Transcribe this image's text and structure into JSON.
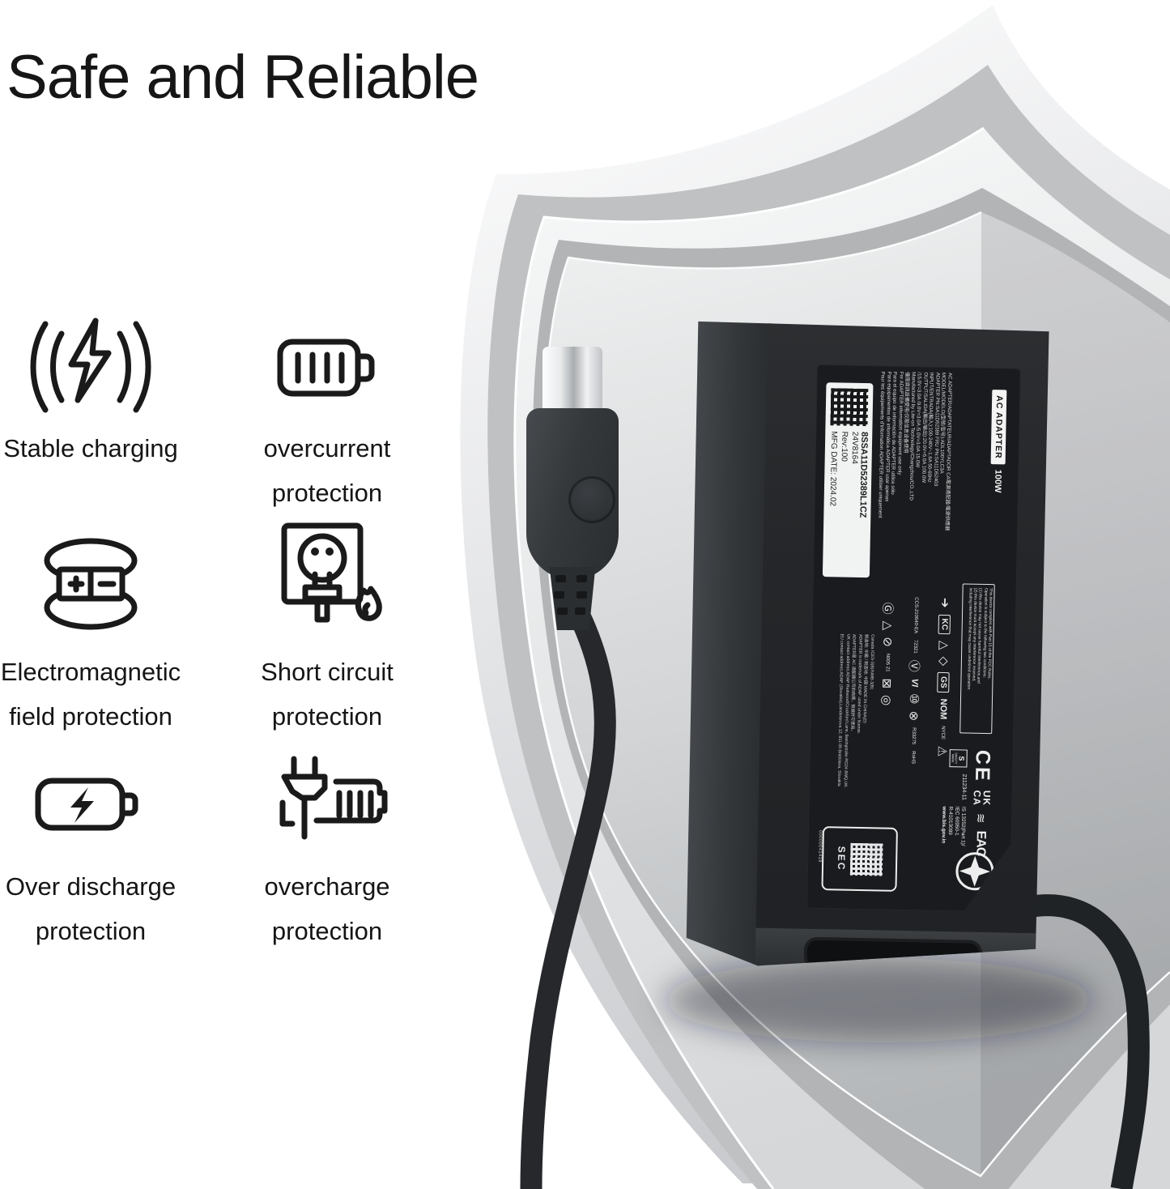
{
  "title": "Safe and Reliable",
  "features": [
    {
      "icon": "wireless-charging-icon",
      "lines": [
        "Stable charging",
        ""
      ]
    },
    {
      "icon": "battery-level-icon",
      "lines": [
        "overcurrent",
        "protection"
      ]
    },
    {
      "icon": "electromagnetic-field-icon",
      "lines": [
        "Electromagnetic",
        "field protection"
      ]
    },
    {
      "icon": "short-circuit-icon",
      "lines": [
        "Short circuit",
        "protection"
      ]
    },
    {
      "icon": "battery-discharge-icon",
      "lines": [
        "Over discharge",
        "protection"
      ]
    },
    {
      "icon": "overcharge-icon",
      "lines": [
        "overcharge",
        "protection"
      ]
    }
  ],
  "adapter": {
    "badge_title": "AC ADAPTER",
    "badge_watt": "100W",
    "label_lines": [
      "AC ADAPTER/ADAPTATEUR/ADAPTADOR CA電源適配器/電源供應器",
      "MODEL/MODELO(型號/型号):ADL100YLC3A",
      "ADAPTER PN:SA11D52389    FRU PN:SA11D52403",
      "INPUT/ENTRADA(輸入):100-240V~1.6A 50-60Hz",
      "OUTPUT/SALIDA(輸出/输出):20.0V=5.0A  100.0W",
      "/15.0V=3.0A /9.0V=3.0A /5.0V=3.0A  15.0W",
      "Manufactured by Lite-on Technology/Changzhou/CO.,LTD",
      "僅限資訊設備使用/仅限信息设备使用",
      "For ADAPTER information equipment use only",
      "Para el equipo de información de ADAPTER  utilice sólo",
      "Para equipamentos de informática ADAPTER  usar apenas",
      "Pour les équipements d'information ADAPTER utiliser uniquement"
    ],
    "fcc_lines": [
      "This device complies with Part 15 of the FCC Rules.",
      "Operation is subject to the following two conditions:",
      "(1) this device may not cause harmful interference,and",
      "(2) this device must accept any interference received,",
      "including interference that may cause undesired operation."
    ],
    "sticker": {
      "serial": "8SSA11D52389L1CZ",
      "part": "24V8164",
      "rev": "Rev:100",
      "mfg": "MFG DATE: 2024.02"
    },
    "left_lines": [
      "Canada ICES-3(B)/NMB-3(B)",
      "制造地: 中國 / 制造地: 中国   MADE IN CHINA(D)",
      "ADAPTER  is trademark of ADAP  .used under license.",
      "ADAPTER是 AC 適配器公司的商標，根據許可使用。",
      "UK contact address:ADAP Redwood/Crockford Lane, Basingstoke RG24 8WQ,UK.",
      "EU contact address:ADAP (Slovakia),Landererova 12, 811 09 Bratislava, Slovakia"
    ],
    "marks": {
      "kc": "KC",
      "gs": "GS",
      "nom": "NOM",
      "nyce": "NYCE",
      "vi": "VI",
      "ccs": "CCS-210640-EA",
      "num": "72321",
      "rohs1": "R33275",
      "rohs2": "RoHS",
      "n005": "N005 21",
      "ce": "CE",
      "uk": "UK",
      "ca": "CA",
      "eac": "EAC",
      "safety_s": "S",
      "safety1": "SAFETY",
      "safety2": "MARK",
      "safety_num": "211234-11",
      "bis1": "IS 13252(Part 1)/",
      "bis2": "IEC 60950-1",
      "bis3": "R-41013099",
      "bis4": "www.bis.gov.in",
      "sec": "SEC",
      "serial_side": "00000041419"
    },
    "glyphs": {
      "arrow": "➔",
      "triangle": "△",
      "warning": "⚠",
      "ten": "⑩",
      "cross": "⊗",
      "no": "⊘",
      "bin": "⊠",
      "wave": "≋",
      "circle": "◎",
      "diamond": "◇",
      "cv": "Ⓥ",
      "cg": "Ⓖ"
    }
  }
}
